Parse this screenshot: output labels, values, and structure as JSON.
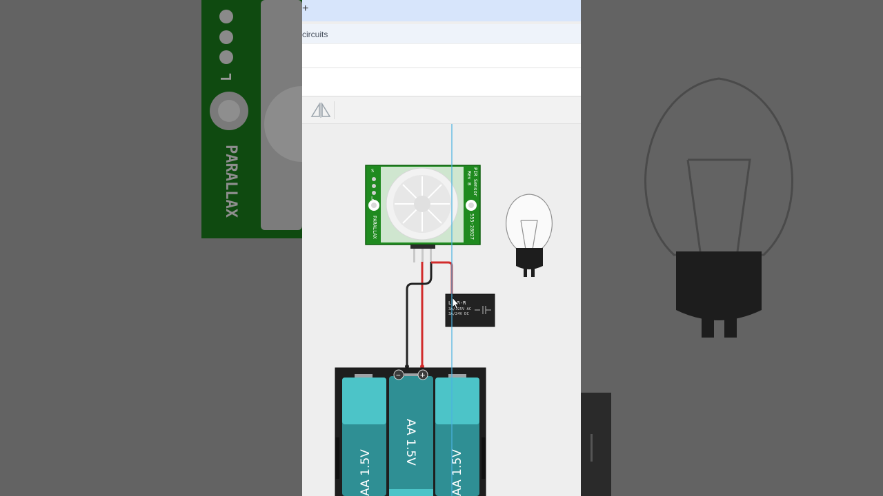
{
  "tabbar": {
    "new_tab_label": "+"
  },
  "breadcrumb": {
    "label": "circuits"
  },
  "pir_sensor": {
    "pin_labels": [
      "S",
      "L"
    ],
    "title": "PIR Sensor",
    "revision": "Rev B",
    "brand": "PARALLAX",
    "part_number": "555-28027"
  },
  "relay": {
    "label": "LU-5-R",
    "rating_ac": "3A/125V AC",
    "rating_dc": "3A/24V DC"
  },
  "battery_pack": {
    "cell_label": "AA 1.5V",
    "minus_symbol": "−",
    "plus_symbol": "+"
  },
  "colors": {
    "pcb_green": "#1f8a1f",
    "wire_red": "#d12b2b",
    "wire_black": "#222222",
    "battery_teal": "#2f8f94",
    "battery_cap": "#4cc4c8",
    "guide_line": "#4ab2e0"
  }
}
